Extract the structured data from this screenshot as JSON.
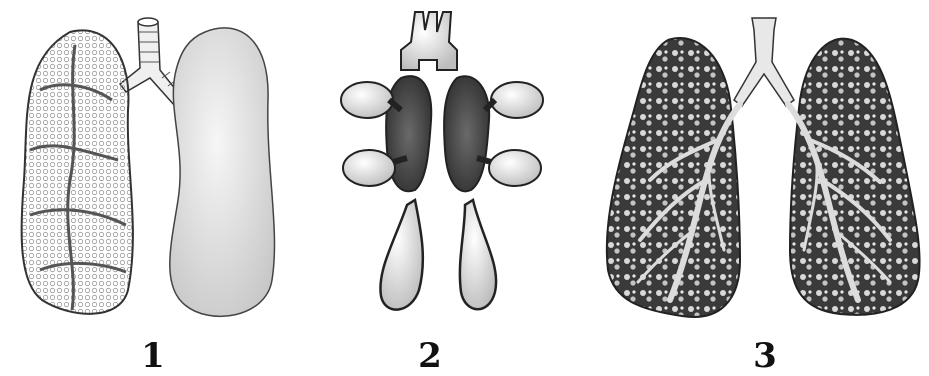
{
  "labels": {
    "panel1": "1",
    "panel2": "2",
    "panel3": "3"
  },
  "colors": {
    "outline": "#222222",
    "light_fill": "#ececec",
    "mid_fill": "#c9c9c9",
    "dark_fill": "#3d3d3d"
  }
}
